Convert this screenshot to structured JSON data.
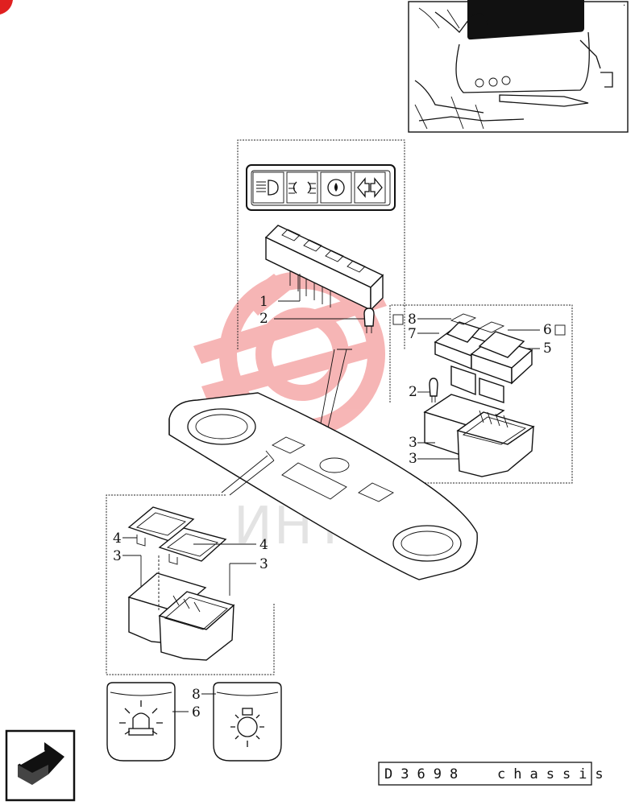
{
  "watermark": {
    "text": "ИНТЕХ",
    "logo_color": "#f06a6a"
  },
  "callouts": {
    "top_panel": [
      "1",
      "2"
    ],
    "right_panel": [
      "8",
      "7",
      "6",
      "5",
      "2",
      "3",
      "3"
    ],
    "left_panel": [
      "4",
      "4",
      "3",
      "3"
    ],
    "bottom": [
      "8",
      "6"
    ]
  },
  "footer": {
    "code": "D3698",
    "section": "chassis"
  },
  "icons": {
    "switch_strip": [
      "headlight-icon",
      "side-lights-icon",
      "brake-fluid-icon",
      "hazard-arrows-icon"
    ],
    "bottom_symbols": [
      "beacon-light-icon",
      "work-lamp-icon"
    ],
    "nav": "next-page-arrow-icon"
  }
}
